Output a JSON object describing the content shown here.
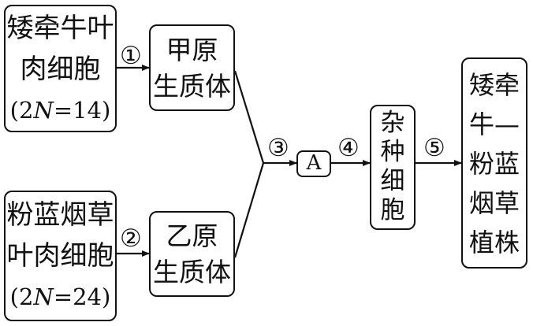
{
  "nodes": {
    "cell_a": {
      "line1": "矮牵牛叶",
      "line2": "肉细胞",
      "ploidy_pre": "(2",
      "ploidy_n": "N",
      "ploidy_post": "=14)"
    },
    "cell_b": {
      "line1": "粉蓝烟草",
      "line2": "叶肉细胞",
      "ploidy_pre": "(2",
      "ploidy_n": "N",
      "ploidy_post": "=24)"
    },
    "protoplast_a": {
      "line1": "甲原",
      "line2": "生质体"
    },
    "protoplast_b": {
      "line1": "乙原",
      "line2": "生质体"
    },
    "a_node": {
      "label": "A"
    },
    "hybrid_cell": {
      "chars": [
        "杂",
        "种",
        "细",
        "胞"
      ]
    },
    "plant": {
      "lines": [
        "矮牵",
        "牛—",
        "粉蓝",
        "烟草",
        "植株"
      ]
    }
  },
  "steps": {
    "s1": "①",
    "s2": "②",
    "s3": "③",
    "s4": "④",
    "s5": "⑤"
  }
}
